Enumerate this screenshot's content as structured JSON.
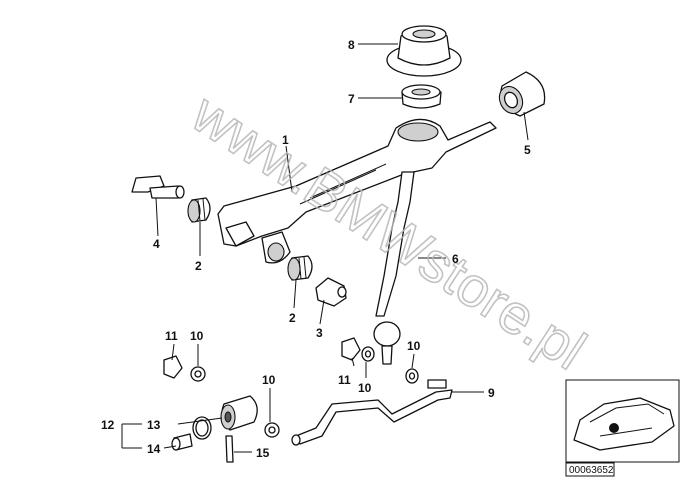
{
  "watermark": "www.BMWstore.pl",
  "document_id": "00063652",
  "callouts": [
    {
      "id": "c8",
      "text": "8"
    },
    {
      "id": "c7",
      "text": "7"
    },
    {
      "id": "c5",
      "text": "5"
    },
    {
      "id": "c1",
      "text": "1"
    },
    {
      "id": "c4",
      "text": "4"
    },
    {
      "id": "c2a",
      "text": "2"
    },
    {
      "id": "c6",
      "text": "6"
    },
    {
      "id": "c2b",
      "text": "2"
    },
    {
      "id": "c3",
      "text": "3"
    },
    {
      "id": "c11a",
      "text": "11"
    },
    {
      "id": "c10a",
      "text": "10"
    },
    {
      "id": "c10b",
      "text": "10"
    },
    {
      "id": "c11b",
      "text": "11"
    },
    {
      "id": "c10c",
      "text": "10"
    },
    {
      "id": "c10d",
      "text": "10"
    },
    {
      "id": "c9",
      "text": "9"
    },
    {
      "id": "c12",
      "text": "12"
    },
    {
      "id": "c13",
      "text": "13"
    },
    {
      "id": "c14",
      "text": "14"
    },
    {
      "id": "c15",
      "text": "15"
    }
  ]
}
